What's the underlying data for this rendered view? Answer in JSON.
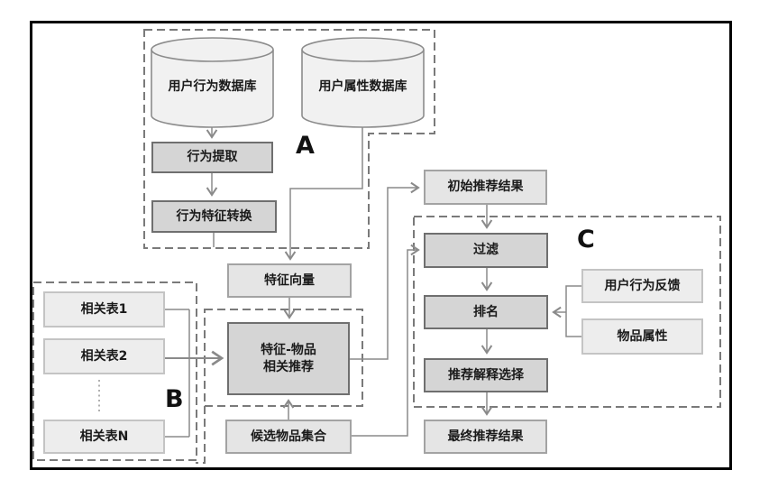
{
  "labels": {
    "a": "A",
    "b": "B",
    "c": "C"
  },
  "nodes": {
    "db_behavior": "用户行为数据库",
    "db_attribute": "用户属性数据库",
    "behavior_extract": "行为提取",
    "behavior_feature_convert": "行为特征转换",
    "feature_vector": "特征向量",
    "table1": "相关表1",
    "table2": "相关表2",
    "tableN": "相关表N",
    "feature_item_rec": "特征-物品\n相关推荐",
    "candidate_items": "候选物品集合",
    "initial_results": "初始推荐结果",
    "filter": "过滤",
    "ranking": "排名",
    "explanation_select": "推荐解释选择",
    "final_results": "最终推荐结果",
    "user_feedback": "用户行为反馈",
    "item_attributes": "物品属性"
  },
  "colors": {
    "frame": "#000000",
    "dashed_border": "#7a7a7a",
    "connector": "#8a8a8a",
    "emph_fill": "#d5d5d5",
    "emph_border": "#6f6f6f",
    "light_fill": "#e5e5e5",
    "pale_fill": "#ededed",
    "cylinder_fill": "#f1f1f1"
  }
}
